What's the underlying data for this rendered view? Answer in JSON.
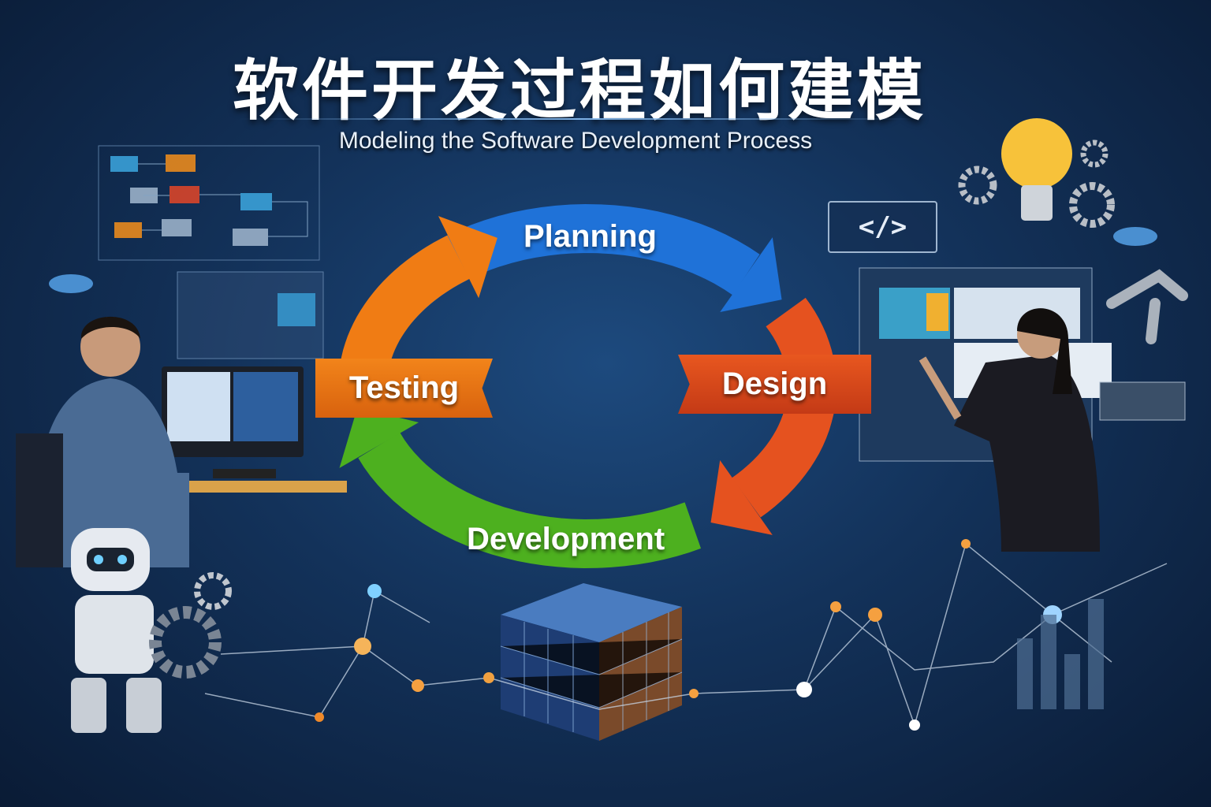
{
  "title": "软件开发过程如何建模",
  "subtitle": "Modeling the Software Development Process",
  "cycle": {
    "stages": [
      {
        "label": "Planning",
        "color": "#1f72d8"
      },
      {
        "label": "Design",
        "color": "#e5521f"
      },
      {
        "label": "Development",
        "color": "#4db01f"
      },
      {
        "label": "Testing",
        "color": "#f07c14"
      }
    ]
  },
  "code_icon_text": "</>",
  "colors": {
    "background": "#13325a",
    "accent_orange": "#f59a2a",
    "accent_blue": "#4ab0ff"
  }
}
